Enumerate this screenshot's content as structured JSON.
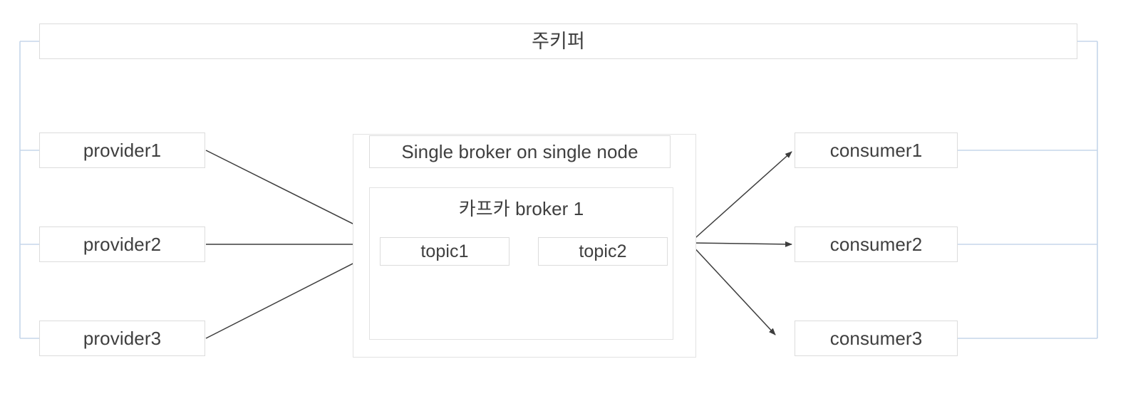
{
  "diagram": {
    "title": "주키퍼",
    "zookeeper": {
      "label": "주키퍼"
    },
    "providers": [
      {
        "label": "provider1"
      },
      {
        "label": "provider2"
      },
      {
        "label": "provider3"
      }
    ],
    "broker": {
      "node_label": "Single broker on single node",
      "broker_label": "카프카 broker 1",
      "topics": [
        {
          "label": "topic1"
        },
        {
          "label": "topic2"
        }
      ]
    },
    "consumers": [
      {
        "label": "consumer1"
      },
      {
        "label": "consumer2"
      },
      {
        "label": "consumer3"
      }
    ],
    "colors": {
      "frame_line": "#c5d5ea",
      "box_border": "#dcdcdc",
      "arrow": "#4a4a4a",
      "text": "#3f3f3f",
      "background": "#ffffff"
    }
  }
}
